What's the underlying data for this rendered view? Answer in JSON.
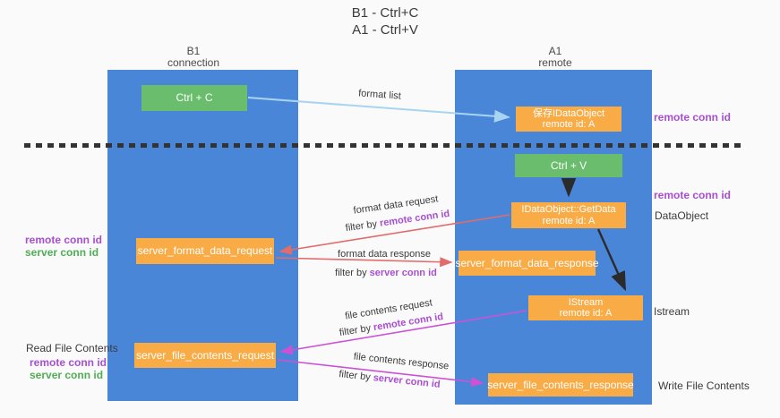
{
  "title": {
    "line1": "B1 - Ctrl+C",
    "line2": "A1 - Ctrl+V"
  },
  "columns": {
    "left": {
      "name": "B1",
      "subtitle": "connection"
    },
    "right": {
      "name": "A1",
      "subtitle": "remote"
    }
  },
  "boxes": {
    "ctrl_c": "Ctrl + C",
    "ctrl_v": "Ctrl + V",
    "save_idataobject": {
      "line1": "保存IDataObject",
      "line2": "remote id: A"
    },
    "getdata": {
      "line1": "IDataObject::GetData",
      "line2": "remote id: A"
    },
    "istream": {
      "line1": "IStream",
      "line2": "remote id: A"
    },
    "server_format_data_request": "server_format_data_request",
    "server_format_data_response": "server_format_data_response",
    "server_file_contents_request": "server_file_contents_request",
    "server_file_contents_response": "server_file_contents_response"
  },
  "arrows": {
    "format_list": {
      "label": "format list"
    },
    "format_data_request": {
      "label": "format data request",
      "filter_prefix": "filter by",
      "filter_key": "remote conn id"
    },
    "format_data_response": {
      "label": "format data response",
      "filter_prefix": "filter by",
      "filter_key": "server conn id"
    },
    "file_contents_request": {
      "label": "file contents request",
      "filter_prefix": "filter by",
      "filter_key": "remote conn id"
    },
    "file_contents_response": {
      "label": "file contents response",
      "filter_prefix": "filter by",
      "filter_key": "server conn id"
    }
  },
  "side_labels": {
    "left": [
      {
        "text": "remote conn id",
        "color": "purple"
      },
      {
        "text": "server conn id",
        "color": "green"
      },
      {
        "text": "Read File Contents",
        "color": "dark"
      },
      {
        "text": "remote conn id",
        "color": "purple"
      },
      {
        "text": "server conn id",
        "color": "green"
      }
    ],
    "right": [
      {
        "text": "remote conn id",
        "color": "purple"
      },
      {
        "text": "remote conn id",
        "color": "purple"
      },
      {
        "text": "DataObject",
        "color": "dark"
      },
      {
        "text": "Istream",
        "color": "dark"
      },
      {
        "text": "Write File Contents",
        "color": "dark"
      }
    ]
  },
  "colors": {
    "background": "#fafafa",
    "column_blue": "#4a86d8",
    "box_green": "#69bd6d",
    "box_orange": "#f9ab45",
    "arrow_salmon": "#e06c6c",
    "arrow_magenta": "#cb52d4",
    "arrow_lightblue": "#a8d4f2",
    "arrow_black": "#2b2b2b",
    "text_purple": "#a84fd0",
    "text_green": "#4fae54",
    "text_dark": "#3b3b3b"
  }
}
